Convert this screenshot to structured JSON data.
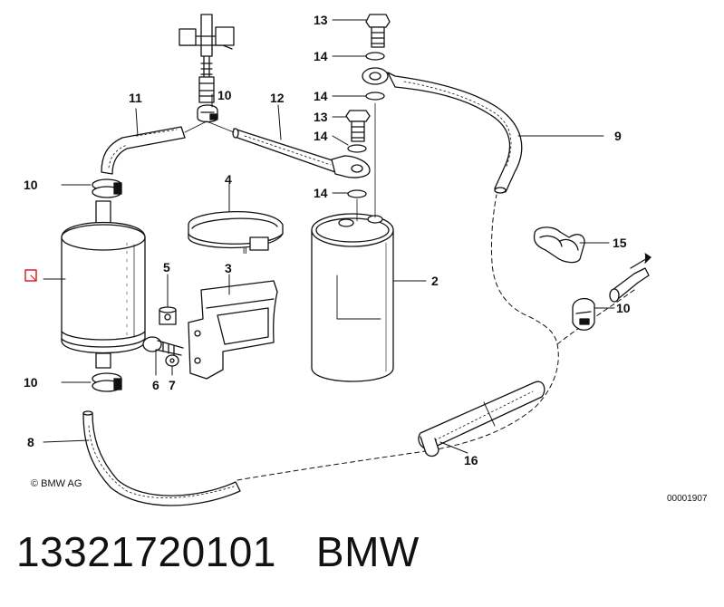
{
  "callouts": [
    {
      "id": "c13a",
      "text": "13"
    },
    {
      "id": "c14a",
      "text": "14"
    },
    {
      "id": "c14b",
      "text": "14"
    },
    {
      "id": "c13b",
      "text": "13"
    },
    {
      "id": "c14c",
      "text": "14"
    },
    {
      "id": "c14d",
      "text": "14"
    },
    {
      "id": "c11",
      "text": "11"
    },
    {
      "id": "c12",
      "text": "12"
    },
    {
      "id": "c10a",
      "text": "10"
    },
    {
      "id": "c10b",
      "text": "10"
    },
    {
      "id": "c10c",
      "text": "10"
    },
    {
      "id": "c10d",
      "text": "10"
    },
    {
      "id": "c9",
      "text": "9"
    },
    {
      "id": "c4",
      "text": "4"
    },
    {
      "id": "c3",
      "text": "3"
    },
    {
      "id": "c5",
      "text": "5"
    },
    {
      "id": "c6",
      "text": "6"
    },
    {
      "id": "c7",
      "text": "7"
    },
    {
      "id": "c2",
      "text": "2"
    },
    {
      "id": "c15",
      "text": "15"
    },
    {
      "id": "c8",
      "text": "8"
    },
    {
      "id": "c16",
      "text": "16"
    }
  ],
  "copyright": "© BMW AG",
  "figure_id": "00001907",
  "strap_mark": "ll",
  "part_number": "13321720101",
  "brand": "BMW",
  "colors": {
    "line": "#111111",
    "marker": "#e0202a",
    "background": "#ffffff"
  }
}
